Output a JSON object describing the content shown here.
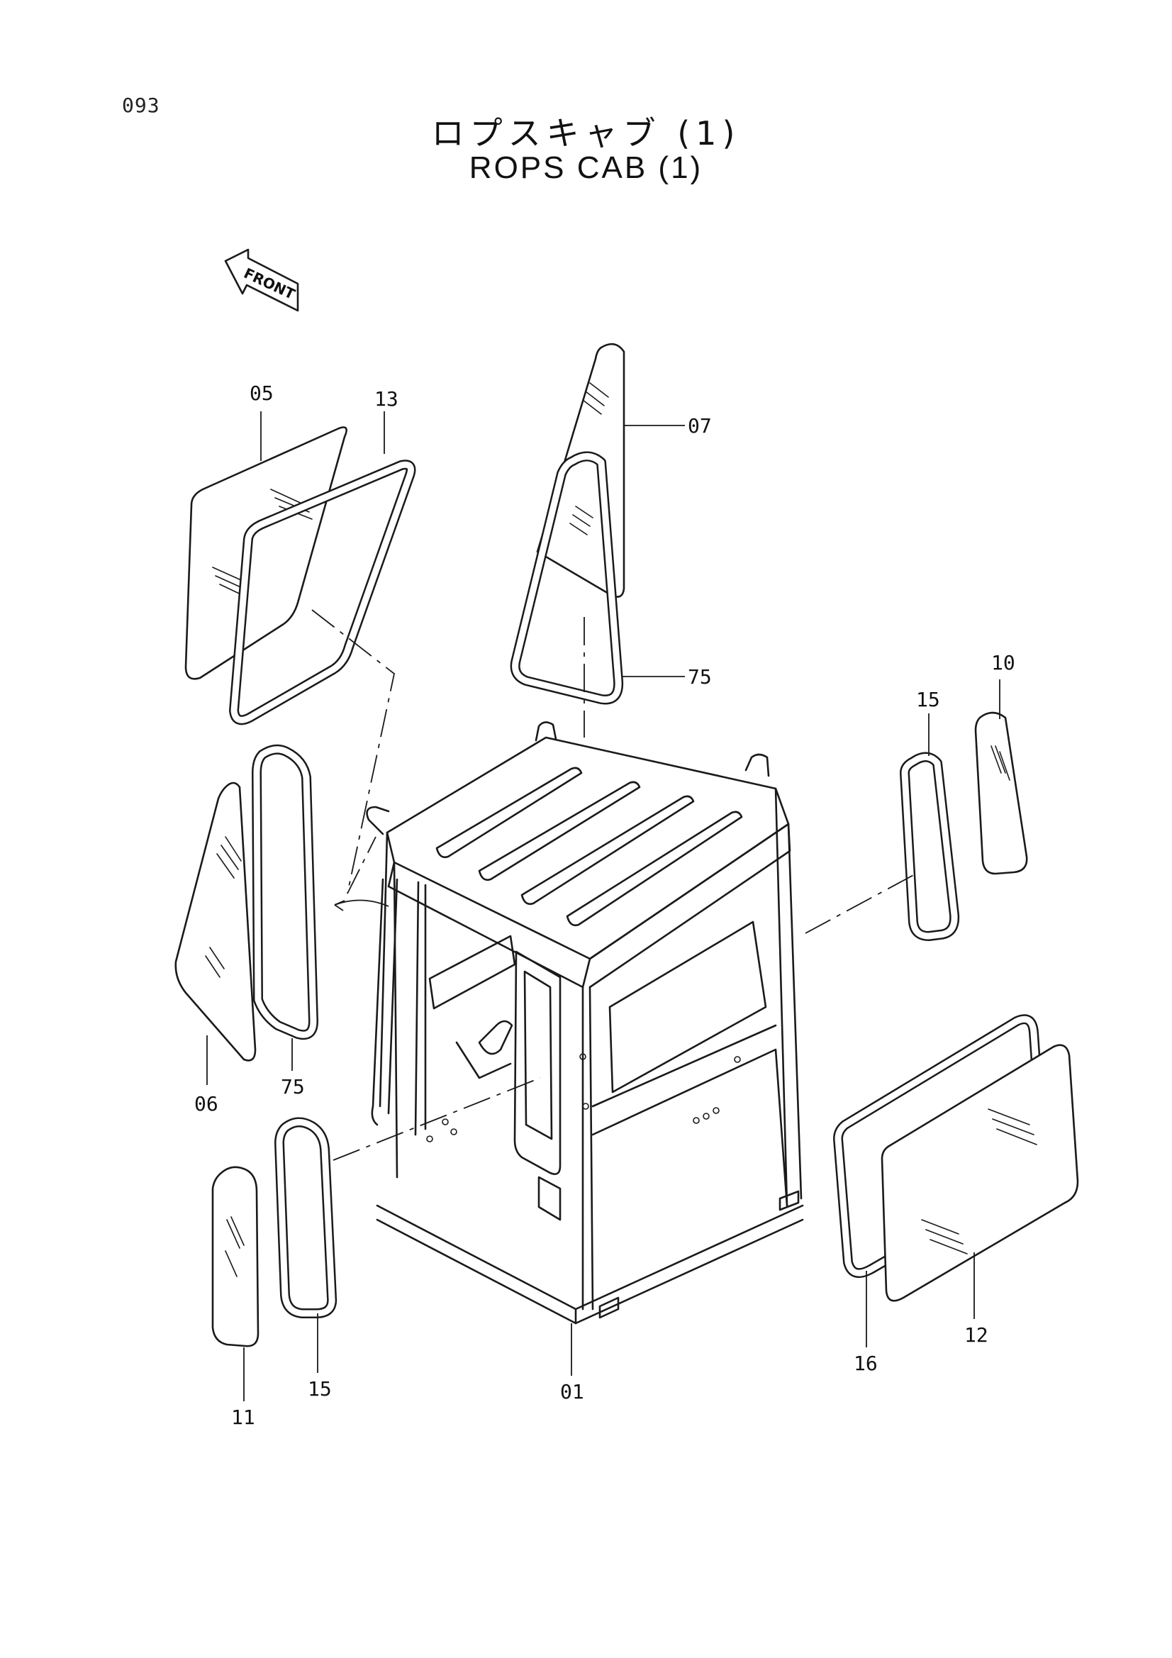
{
  "page": {
    "number": "093",
    "title_jp": "ロプスキャブ (1)",
    "title_en": "ROPS CAB (1)"
  },
  "front_arrow": {
    "label": "FRONT"
  },
  "parts": {
    "p05": "05",
    "p13": "13",
    "p07": "07",
    "p75_top": "75",
    "p10": "10",
    "p15_right": "15",
    "p06": "06",
    "p75_left": "75",
    "p11": "11",
    "p15_bottom": "15",
    "p01": "01",
    "p16": "16",
    "p12": "12"
  }
}
